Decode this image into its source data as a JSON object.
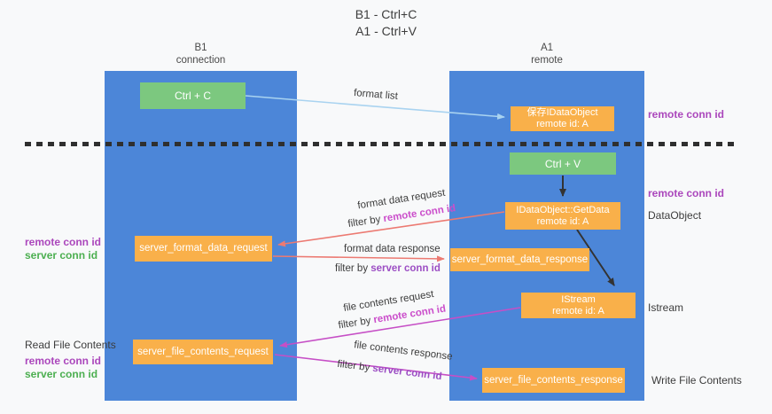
{
  "title": {
    "line1": "B1 - Ctrl+C",
    "line2": "A1 - Ctrl+V"
  },
  "lanes": {
    "left": {
      "name": "B1",
      "role": "connection"
    },
    "right": {
      "name": "A1",
      "role": "remote"
    }
  },
  "boxes": {
    "ctrl_c": {
      "label": "Ctrl + C"
    },
    "ctrl_v": {
      "label": "Ctrl + V"
    },
    "save_dataobject": {
      "line1": "保存IDataObject",
      "line2": "remote id: A"
    },
    "getdata": {
      "line1": "IDataObject::GetData",
      "line2": "remote id: A"
    },
    "istream": {
      "line1": "IStream",
      "line2": "remote id: A"
    },
    "format_request": {
      "label": "server_format_data_request"
    },
    "format_response": {
      "label": "server_format_data_response"
    },
    "file_request": {
      "label": "server_file_contents_request"
    },
    "file_response": {
      "label": "server_file_contents_response"
    }
  },
  "flow_labels": {
    "format_list": "format list",
    "format_data_request": "format data request",
    "format_data_response": "format data response",
    "file_contents_request": "file contents request",
    "file_contents_response": "file contents response",
    "filter_by": "filter by ",
    "remote_conn_id": "remote conn id",
    "server_conn_id": "server conn id"
  },
  "side_labels": {
    "left_format": {
      "remote": "remote conn id",
      "server": "server conn id"
    },
    "left_file": {
      "title": "Read File Contents",
      "remote": "remote conn id",
      "server": "server conn id"
    },
    "right_top": "remote conn id",
    "right_mid": "remote conn id",
    "right_dataobject": "DataObject",
    "right_istream": "Istream",
    "right_write": "Write File Contents"
  },
  "colors": {
    "lane_blue": "#4c86d8",
    "box_green": "#7cc87f",
    "box_orange": "#f9b04a",
    "arrow_lightblue": "#a9d3f0",
    "arrow_salmon": "#ec7a72",
    "arrow_magenta": "#c64fc6",
    "arrow_black": "#333333",
    "text_purple": "#ab47bc",
    "text_green": "#4caf50",
    "text_magenta": "#cb4ecb"
  }
}
